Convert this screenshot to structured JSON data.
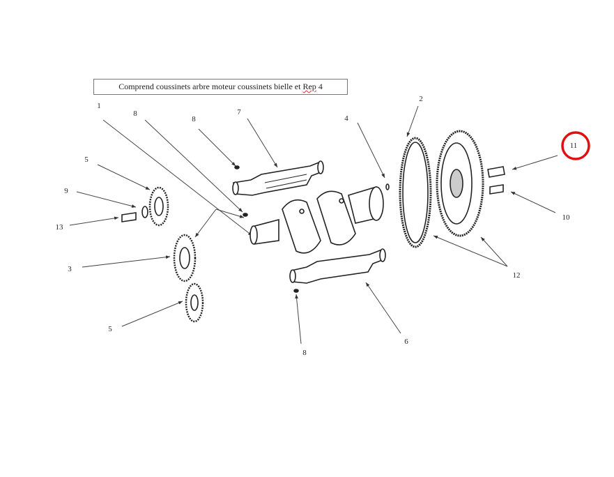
{
  "caption": {
    "text_before": "Comprend coussinets arbre moteur coussinets bielle et ",
    "text_rep": "Rep",
    "text_after": " 4"
  },
  "labels": [
    "1",
    "8",
    "8",
    "7",
    "4",
    "2",
    "11",
    "10",
    "12",
    "6",
    "8",
    "5",
    "3",
    "13",
    "9",
    "5"
  ],
  "highlight": {
    "label": "11",
    "color": "#e01010"
  }
}
